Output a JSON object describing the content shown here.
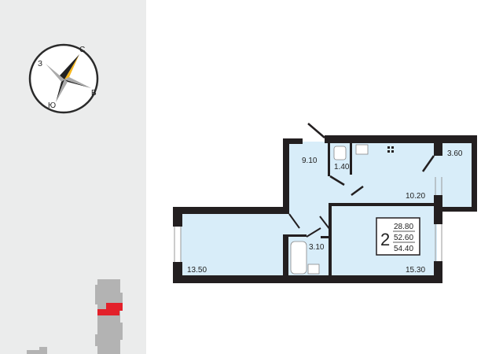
{
  "compass": {
    "north": "С",
    "east": "В",
    "south": "Ю",
    "west": "З"
  },
  "plan": {
    "rooms": [
      {
        "id": "hall",
        "area": "9.10"
      },
      {
        "id": "toilet",
        "area": "1.40"
      },
      {
        "id": "kitchen",
        "area": "10.20"
      },
      {
        "id": "balcony",
        "area": "3.60"
      },
      {
        "id": "living-room",
        "area": "13.50"
      },
      {
        "id": "bathroom",
        "area": "3.10"
      },
      {
        "id": "bedroom",
        "area": "15.30"
      }
    ],
    "summary": {
      "rooms_count": "2",
      "living_area": "28.80",
      "total_area": "52.60",
      "total_area_with_balcony": "54.40"
    }
  },
  "colors": {
    "floor": "#d8edf9",
    "wall": "#231f20",
    "highlight": "#e3202a",
    "compass_accent": "#f7b71d",
    "panel": "#ebecec"
  }
}
